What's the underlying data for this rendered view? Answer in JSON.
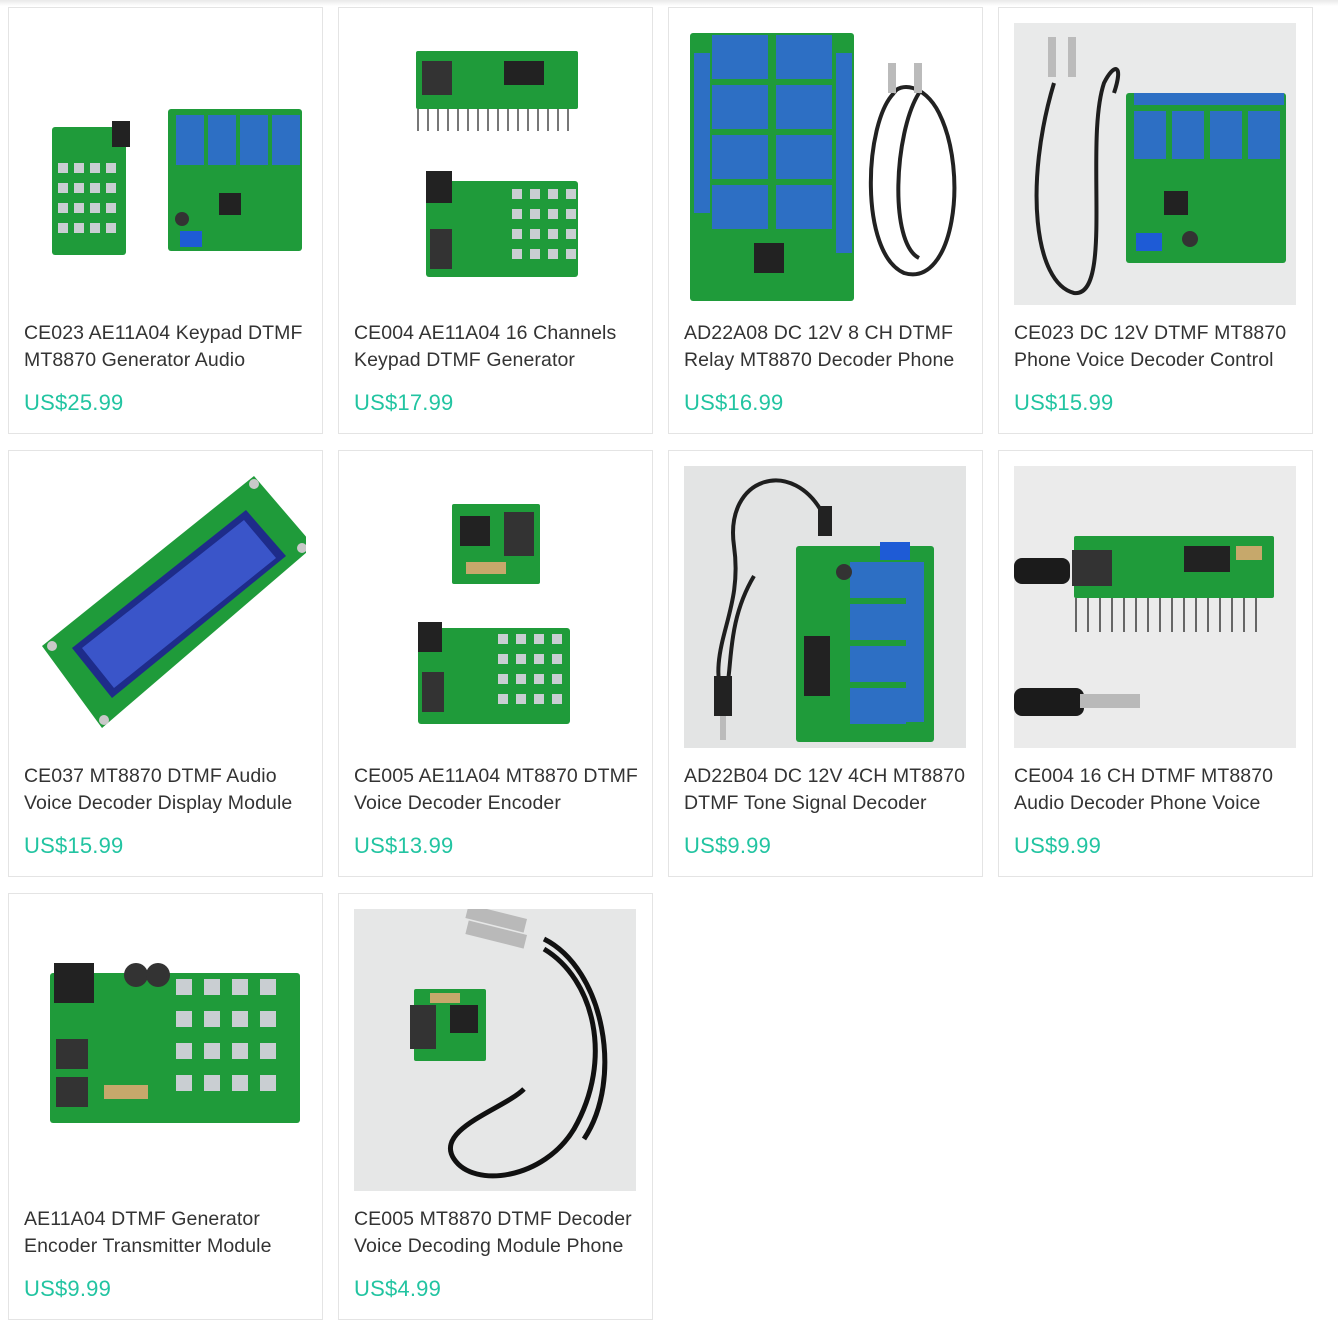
{
  "products": [
    {
      "title_lines": [
        "CE023 AE11A04 Keypad DTMF",
        "MT8870 Generator Audio"
      ],
      "price": "US$25.99",
      "image": "keypad-and-4-relay-boards"
    },
    {
      "title_lines": [
        "CE004 AE11A04 16 Channels",
        "Keypad DTMF Generator"
      ],
      "price": "US$17.99",
      "image": "decoder-strip-and-keypad-board"
    },
    {
      "title_lines": [
        "AD22A08 DC 12V 8 CH DTMF",
        "Relay MT8870 Decoder Phone"
      ],
      "price": "US$16.99",
      "image": "8-relay-board-with-cable"
    },
    {
      "title_lines": [
        "CE023 DC 12V DTMF MT8870",
        "Phone Voice Decoder Control"
      ],
      "price": "US$15.99",
      "image": "4-relay-board-with-cable"
    },
    {
      "title_lines": [
        "CE037 MT8870 DTMF Audio",
        "Voice Decoder Display Module"
      ],
      "price": "US$15.99",
      "image": "lcd-display-module"
    },
    {
      "title_lines": [
        "CE005 AE11A04 MT8870 DTMF",
        "Voice Decoder Encoder"
      ],
      "price": "US$13.99",
      "image": "small-decoder-and-keypad-board"
    },
    {
      "title_lines": [
        "AD22B04 DC 12V 4CH MT8870",
        "DTMF Tone Signal Decoder"
      ],
      "price": "US$9.99",
      "image": "4-relay-board-with-cable-vertical"
    },
    {
      "title_lines": [
        "CE004 16 CH DTMF MT8870",
        "Audio Decoder Phone Voice"
      ],
      "price": "US$9.99",
      "image": "decoder-strip-with-jack"
    },
    {
      "title_lines": [
        "AE11A04 DTMF Generator",
        "Encoder Transmitter Module"
      ],
      "price": "US$9.99",
      "image": "keypad-encoder-board"
    },
    {
      "title_lines": [
        "CE005 MT8870 DTMF Decoder",
        "Voice Decoding Module Phone"
      ],
      "price": "US$4.99",
      "image": "small-decoder-with-cable"
    }
  ],
  "colors": {
    "price": "#22c4a1",
    "title": "#333333",
    "border": "#e4e4e4",
    "pcb_green": "#1f9b3a",
    "relay_blue": "#2d6fc4"
  }
}
